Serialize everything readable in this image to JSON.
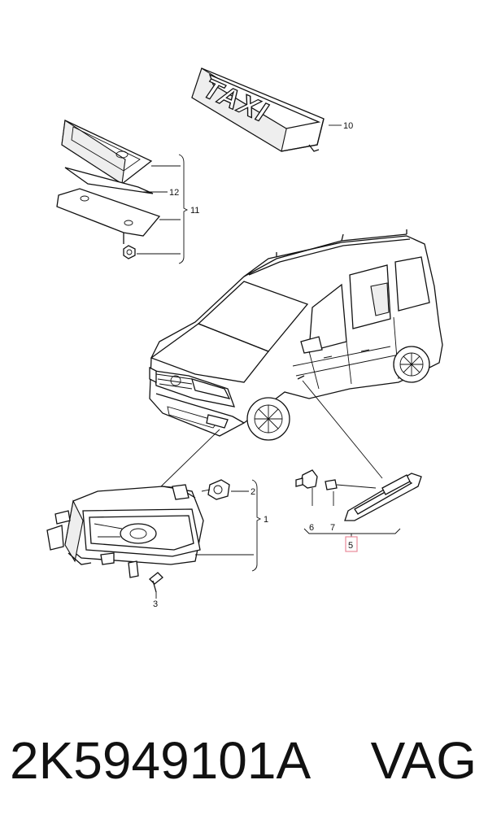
{
  "diagram": {
    "taxi_sign_text": "TAXI",
    "callouts": [
      {
        "id": "c10",
        "label": "10"
      },
      {
        "id": "c12",
        "label": "12"
      },
      {
        "id": "c11",
        "label": "11"
      },
      {
        "id": "c2",
        "label": "2"
      },
      {
        "id": "c1",
        "label": "1"
      },
      {
        "id": "c3",
        "label": "3"
      },
      {
        "id": "c6",
        "label": "6"
      },
      {
        "id": "c7",
        "label": "7"
      },
      {
        "id": "c5",
        "label": "5"
      }
    ],
    "highlight_color": "#e88a9a"
  },
  "footer": {
    "part_number": "2K5949101A",
    "brand": "VAG"
  }
}
